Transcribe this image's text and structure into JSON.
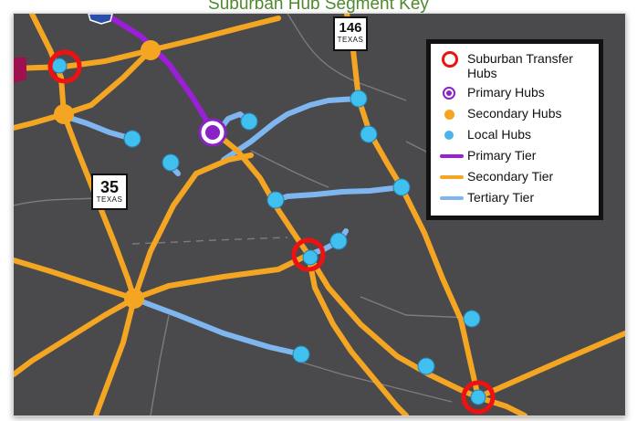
{
  "caption": "Suburban Hub Segment Key",
  "legend": {
    "items": [
      {
        "label": "Suburban Transfer Hubs",
        "symbol": "red-ring"
      },
      {
        "label": "Primary Hubs",
        "symbol": "purple-ringed-dot"
      },
      {
        "label": "Secondary Hubs",
        "symbol": "orange-dot"
      },
      {
        "label": "Local Hubs",
        "symbol": "blue-dot"
      },
      {
        "label": "Primary Tier",
        "symbol": "purple-line"
      },
      {
        "label": "Secondary Tier",
        "symbol": "orange-line"
      },
      {
        "label": "Tertiary Tier",
        "symbol": "blue-line"
      }
    ]
  },
  "shields": {
    "sh146": {
      "number": "146",
      "state": "TEXAS"
    },
    "sh35": {
      "number": "35",
      "state": "TEXAS"
    }
  },
  "colors": {
    "map_background": "#4a4a4d",
    "primary_tier": "#9a1fd6",
    "secondary_tier": "#f4a623",
    "tertiary_tier": "#7fb6f0",
    "local_hub": "#3fc0ee",
    "transfer_hub_ring": "#ee1111",
    "caption_text": "#4f8a2f"
  }
}
